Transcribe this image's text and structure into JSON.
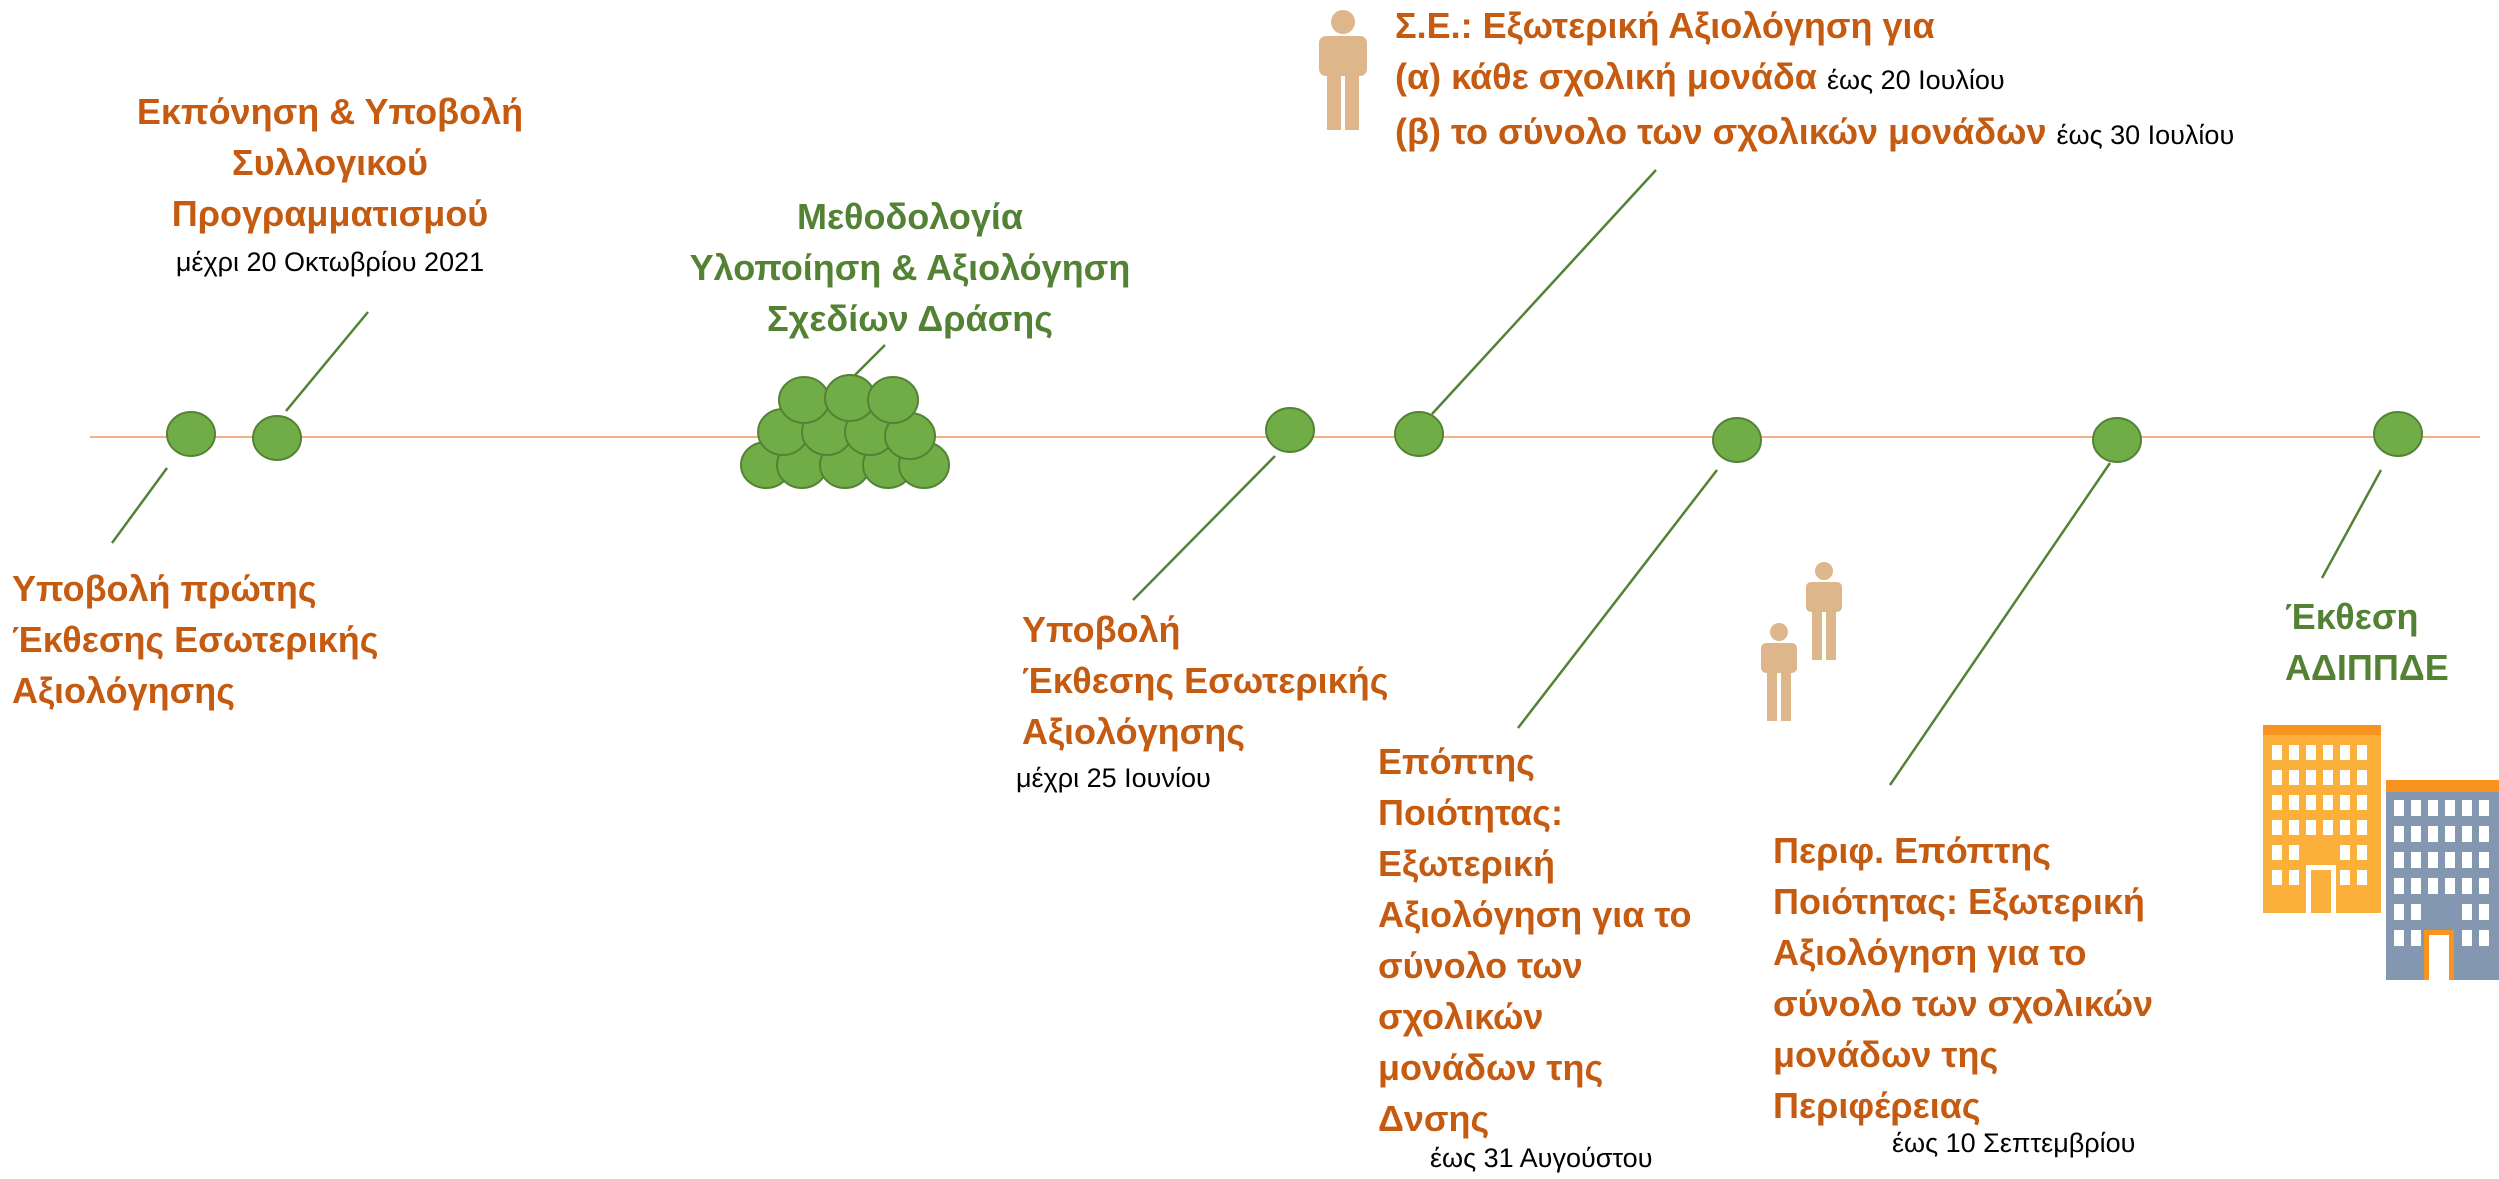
{
  "colors": {
    "timeline": "#F4B183",
    "dot_fill": "#70AD47",
    "dot_stroke": "#548235",
    "connector": "#548235",
    "orange_text": "#C55A11",
    "green_text": "#548235",
    "person": "#DDB68B",
    "building_orange": "#FBB03B",
    "building_orange_roof": "#F7931E",
    "building_grey": "#8497B0"
  },
  "icons": [
    "person-icon",
    "people-icon",
    "buildings-icon"
  ],
  "milestones": {
    "first_report": {
      "lines": [
        "Υποβολή πρώτης",
        "Έκθεσης Εσωτερικής",
        "Αξιολόγησης"
      ]
    },
    "collective_planning": {
      "lines": [
        "Εκπόνηση & Υποβολή",
        "Συλλογικού",
        "Προγραμματισμού"
      ],
      "deadline": "μέχρι 20 Οκτωβρίου 2021"
    },
    "methodology": {
      "lines": [
        "Μεθοδολογία",
        "Υλοποίηση & Αξιολόγηση",
        "Σχεδίων Δράσης"
      ]
    },
    "internal_report": {
      "lines": [
        "Υποβολή",
        "Έκθεσης Εσωτερικής",
        "Αξιολόγησης"
      ],
      "deadline": "μέχρι 25 Ιουνίου"
    },
    "se_external": {
      "title": "Σ.Ε.: Εξωτερική Αξιολόγηση για",
      "item_a": "(α) κάθε σχολική μονάδα",
      "item_a_deadline": "έως 20 Ιουλίου",
      "item_b": "(β) το σύνολο των σχολικών μονάδων",
      "item_b_deadline": "έως 30 Ιουλίου"
    },
    "quality_supervisor": {
      "lines": [
        "Επόπτης",
        "Ποιότητας:",
        "Εξωτερική",
        "Αξιολόγηση για το",
        "σύνολο των",
        "σχολικών",
        "μονάδων της",
        "Δνσης"
      ],
      "deadline": "έως 31 Αυγούστου"
    },
    "regional_supervisor": {
      "lines": [
        "Περιφ. Επόπτης",
        "Ποιότητας: Εξωτερική",
        "Αξιολόγηση για το",
        "σύνολο των σχολικών",
        "μονάδων της",
        "Περιφέρειας"
      ],
      "deadline": "έως 10 Σεπτεμβρίου"
    },
    "adippde_report": {
      "lines": [
        "Έκθεση",
        "ΑΔΙΠΠΔΕ"
      ]
    }
  }
}
